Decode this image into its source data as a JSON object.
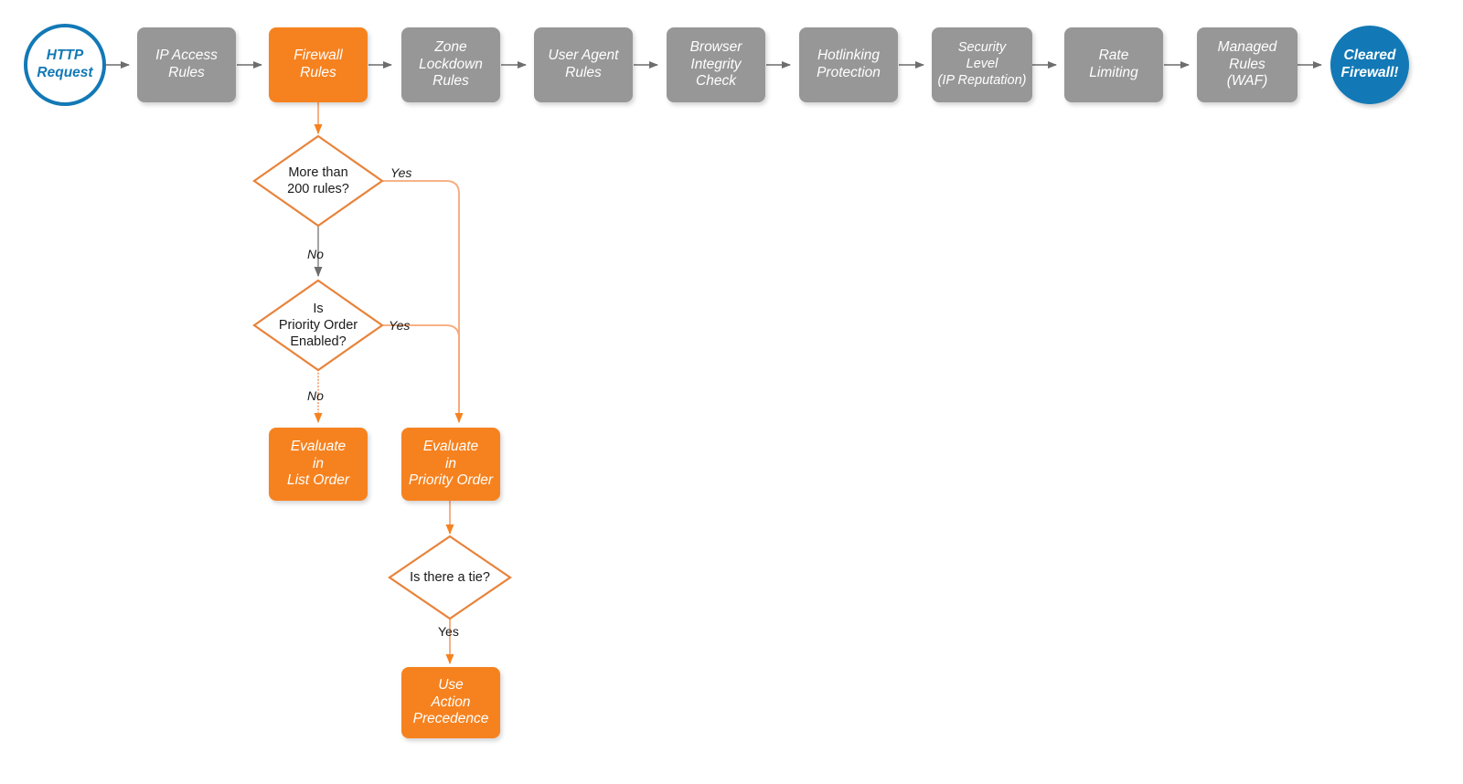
{
  "diagram": {
    "title": "Cloudflare firewall rules evaluation order flowchart",
    "colors": {
      "gray_node": "#979797",
      "orange_node": "#F6821F",
      "blue": "#1279B6",
      "orange_line": "#E8833A",
      "light_orange_line": "#F6A878",
      "gray_line": "#6D6D6D",
      "text_dark": "#1a1a1a"
    },
    "pipeline": [
      {
        "id": "http-request",
        "label": "HTTP\nRequest",
        "shape": "circle-hollow",
        "color": "#1279B6"
      },
      {
        "id": "ip-access-rules",
        "label": "IP Access\nRules",
        "shape": "process",
        "color": "#979797"
      },
      {
        "id": "firewall-rules",
        "label": "Firewall\nRules",
        "shape": "process",
        "color": "#F6821F"
      },
      {
        "id": "zone-lockdown",
        "label": "Zone\nLockdown\nRules",
        "shape": "process",
        "color": "#979797"
      },
      {
        "id": "user-agent-rules",
        "label": "User Agent\nRules",
        "shape": "process",
        "color": "#979797"
      },
      {
        "id": "browser-integrity",
        "label": "Browser\nIntegrity\nCheck",
        "shape": "process",
        "color": "#979797"
      },
      {
        "id": "hotlinking",
        "label": "Hotlinking\nProtection",
        "shape": "process",
        "color": "#979797"
      },
      {
        "id": "security-level",
        "label": "Security\nLevel\n(IP Reputation)",
        "shape": "process",
        "color": "#979797"
      },
      {
        "id": "rate-limiting",
        "label": "Rate\nLimiting",
        "shape": "process",
        "color": "#979797"
      },
      {
        "id": "managed-rules",
        "label": "Managed\nRules\n(WAF)",
        "shape": "process",
        "color": "#979797"
      },
      {
        "id": "cleared-firewall",
        "label": "Cleared\nFirewall!",
        "shape": "circle-filled",
        "color": "#1279B6"
      }
    ],
    "decisions": [
      {
        "id": "more-than-200-rules",
        "label": "More than\n200 rules?"
      },
      {
        "id": "is-priority-order",
        "label": "Is\nPriority Order\nEnabled?"
      },
      {
        "id": "is-there-a-tie",
        "label": "Is there a tie?"
      }
    ],
    "outcomes": [
      {
        "id": "evaluate-list-order",
        "label": "Evaluate\nin\nList Order"
      },
      {
        "id": "evaluate-priority-order",
        "label": "Evaluate\nin\nPriority Order"
      },
      {
        "id": "use-action-precedence",
        "label": "Use\nAction\nPrecedence"
      }
    ],
    "edge_labels": [
      {
        "id": "yes-200-rules",
        "text": "Yes"
      },
      {
        "id": "no-200-rules",
        "text": "No"
      },
      {
        "id": "yes-priority",
        "text": "Yes"
      },
      {
        "id": "no-priority",
        "text": "No"
      },
      {
        "id": "yes-tie",
        "text": "Yes"
      }
    ]
  }
}
